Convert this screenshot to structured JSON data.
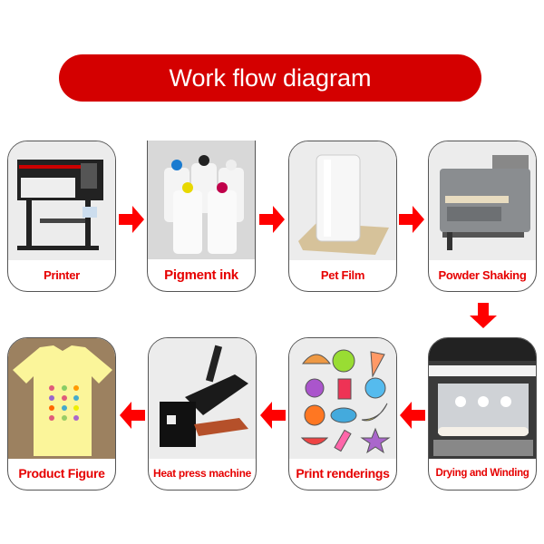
{
  "title": "Work flow diagram",
  "steps": [
    {
      "label": "Printer",
      "icon": "printer-icon"
    },
    {
      "label": "Pigment ink",
      "icon": "ink-bottles-icon"
    },
    {
      "label": "Pet Film",
      "icon": "film-roll-icon"
    },
    {
      "label": "Powder Shaking",
      "icon": "powder-shaker-icon"
    },
    {
      "label": "Drying and Winding",
      "icon": "drying-winding-icon"
    },
    {
      "label": "Print renderings",
      "icon": "print-renderings-icon"
    },
    {
      "label": "Heat press machine",
      "icon": "heat-press-icon"
    },
    {
      "label": "Product Figure",
      "icon": "tshirt-icon"
    }
  ],
  "colors": {
    "accent": "#d40000",
    "label": "#e60000",
    "arrow": "#ff0000"
  }
}
